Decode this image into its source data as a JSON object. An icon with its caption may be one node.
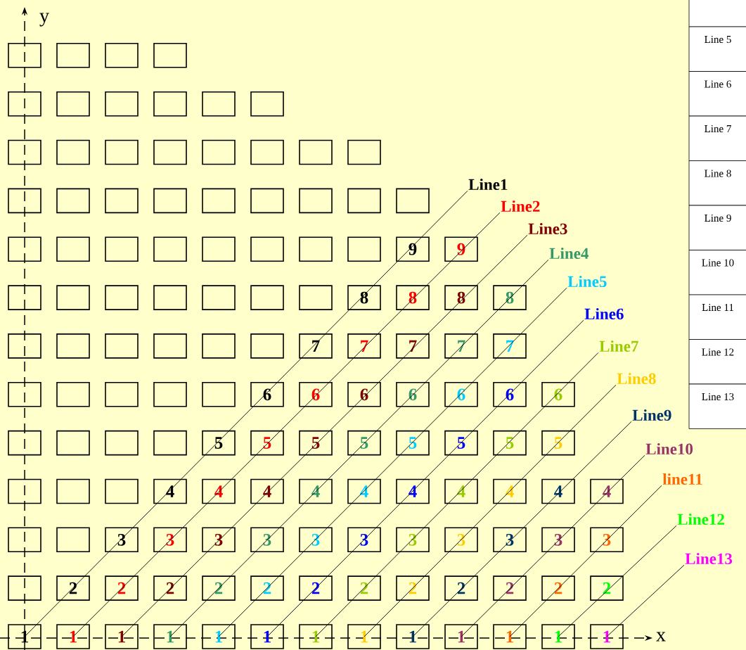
{
  "diagram": {
    "nodes": [
      {
        "text": [],
        "shape": "box"
      },
      {
        "text": [],
        "shape": "box"
      },
      {
        "text": [],
        "shape": "box"
      },
      {
        "text": [],
        "shape": "box"
      },
      {
        "text": [],
        "shape": "box"
      },
      {
        "text": [],
        "shape": "box"
      },
      {
        "text": [],
        "shape": "box"
      },
      {
        "text": [],
        "shape": "box"
      },
      {
        "text": [],
        "shape": "box"
      },
      {
        "text": [],
        "shape": "box"
      },
      {
        "text": [],
        "shape": "box"
      },
      {
        "text": [],
        "shape": "box"
      },
      {
        "text": [],
        "shape": "box"
      },
      {
        "text": [],
        "shape": "box"
      },
      {
        "text": [],
        "shape": "box"
      },
      {
        "text": [],
        "shape": "box"
      },
      {
        "text": [],
        "shape": "box"
      },
      {
        "text": [],
        "shape": "box"
      },
      {
        "text": [],
        "shape": "box"
      },
      {
        "text": [],
        "shape": "box"
      },
      {
        "text": [],
        "shape": "box"
      },
      {
        "text": [],
        "shape": "box"
      },
      {
        "text": [],
        "shape": "box"
      },
      {
        "text": [],
        "shape": "box"
      },
      {
        "text": [],
        "shape": "box"
      },
      {
        "text": [],
        "shape": "box"
      },
      {
        "text": [],
        "shape": "box"
      },
      {
        "text": [],
        "shape": "box"
      },
      {
        "text": [],
        "shape": "box"
      },
      {
        "text": [],
        "shape": "box"
      },
      {
        "text": [],
        "shape": "box"
      },
      {
        "text": [],
        "shape": "box"
      },
      {
        "text": [],
        "shape": "box"
      },
      {
        "text": [],
        "shape": "box"
      },
      {
        "text": [],
        "shape": "box"
      },
      {
        "text": [
          "9"
        ]
      },
      {
        "text": [
          "9"
        ]
      },
      {
        "text": [],
        "shape": "box"
      },
      {
        "text": [],
        "shape": "box"
      },
      {
        "text": [],
        "shape": "box"
      },
      {
        "text": [],
        "shape": "box"
      },
      {
        "text": [],
        "shape": "box"
      },
      {
        "text": [],
        "shape": "box"
      },
      {
        "text": [],
        "shape": "box"
      },
      {
        "text": [
          "8"
        ]
      },
      {
        "text": [
          "8"
        ]
      },
      {
        "text": [
          "8"
        ]
      },
      {
        "text": [
          "8"
        ]
      },
      {
        "text": [],
        "shape": "box"
      },
      {
        "text": [],
        "shape": "box"
      },
      {
        "text": [],
        "shape": "box"
      },
      {
        "text": [],
        "shape": "box"
      },
      {
        "text": [],
        "shape": "box"
      },
      {
        "text": [],
        "shape": "box"
      },
      {
        "text": [
          "7"
        ]
      },
      {
        "text": [
          "7"
        ]
      },
      {
        "text": [
          "7"
        ]
      },
      {
        "text": [
          "7"
        ]
      },
      {
        "text": [
          "7"
        ]
      },
      {
        "text": [],
        "shape": "box"
      },
      {
        "text": [],
        "shape": "box"
      },
      {
        "text": [],
        "shape": "box"
      },
      {
        "text": [],
        "shape": "box"
      },
      {
        "text": [],
        "shape": "box"
      },
      {
        "text": [
          "6"
        ]
      },
      {
        "text": [
          "6"
        ]
      },
      {
        "text": [
          "6"
        ]
      },
      {
        "text": [
          "6"
        ]
      },
      {
        "text": [
          "6"
        ]
      },
      {
        "text": [
          "6"
        ]
      },
      {
        "text": [
          "6"
        ]
      },
      {
        "text": [],
        "shape": "box"
      },
      {
        "text": [],
        "shape": "box"
      },
      {
        "text": [],
        "shape": "box"
      },
      {
        "text": [],
        "shape": "box"
      },
      {
        "text": [
          "5"
        ]
      },
      {
        "text": [
          "5"
        ]
      },
      {
        "text": [
          "5"
        ]
      },
      {
        "text": [
          "5"
        ]
      },
      {
        "text": [
          "5"
        ]
      },
      {
        "text": [
          "5"
        ]
      },
      {
        "text": [
          "5"
        ]
      },
      {
        "text": [
          "5"
        ]
      },
      {
        "text": [],
        "shape": "box"
      },
      {
        "text": [],
        "shape": "box"
      },
      {
        "text": [],
        "shape": "box"
      },
      {
        "text": [
          "4"
        ]
      },
      {
        "text": [
          "4"
        ]
      },
      {
        "text": [
          "4"
        ]
      },
      {
        "text": [
          "4"
        ]
      },
      {
        "text": [
          "4"
        ]
      },
      {
        "text": [
          "4"
        ]
      },
      {
        "text": [
          "4"
        ]
      },
      {
        "text": [
          "4"
        ]
      },
      {
        "text": [
          "4"
        ]
      },
      {
        "text": [
          "4"
        ]
      },
      {
        "text": [],
        "shape": "box"
      },
      {
        "text": [],
        "shape": "box"
      },
      {
        "text": [
          "3"
        ]
      },
      {
        "text": [
          "3"
        ]
      },
      {
        "text": [
          "3"
        ]
      },
      {
        "text": [
          "3"
        ]
      },
      {
        "text": [
          "3"
        ]
      },
      {
        "text": [
          "3"
        ]
      },
      {
        "text": [
          "3"
        ]
      },
      {
        "text": [
          "3"
        ]
      },
      {
        "text": [
          "3"
        ]
      },
      {
        "text": [
          "3"
        ]
      },
      {
        "text": [
          "3"
        ]
      },
      {
        "text": [],
        "shape": "box"
      },
      {
        "text": [
          "2"
        ]
      },
      {
        "text": [
          "2"
        ]
      },
      {
        "text": [
          "2"
        ]
      },
      {
        "text": [
          "2"
        ]
      },
      {
        "text": [
          "2"
        ]
      },
      {
        "text": [
          "2"
        ]
      },
      {
        "text": [
          "2"
        ]
      },
      {
        "text": [
          "2"
        ]
      },
      {
        "text": [
          "2"
        ]
      },
      {
        "text": [
          "2"
        ]
      },
      {
        "text": [
          "2"
        ]
      },
      {
        "text": [
          "2"
        ]
      },
      {
        "text": [
          "1"
        ]
      },
      {
        "text": [
          "1"
        ]
      },
      {
        "text": [
          "1"
        ]
      },
      {
        "text": [
          "1"
        ]
      },
      {
        "text": [
          "1"
        ]
      },
      {
        "text": [
          "1"
        ]
      },
      {
        "text": [
          "1"
        ]
      },
      {
        "text": [
          "1"
        ]
      },
      {
        "text": [
          "1"
        ]
      },
      {
        "text": [
          "1"
        ]
      },
      {
        "text": [
          "1"
        ]
      },
      {
        "text": [
          "1"
        ]
      },
      {
        "text": [
          "1"
        ]
      },
      {
        "text": [
          "Line1"
        ]
      },
      {
        "text": [
          "Line2"
        ]
      },
      {
        "text": [
          "Line3"
        ]
      },
      {
        "text": [
          "Line4"
        ]
      },
      {
        "text": [
          "Line5"
        ]
      },
      {
        "text": [
          "Line6"
        ]
      },
      {
        "text": [
          "Line7"
        ]
      },
      {
        "text": [
          "Line8"
        ]
      },
      {
        "text": [
          "Line9"
        ]
      },
      {
        "text": [
          "Line10"
        ]
      },
      {
        "text": [
          "line11"
        ]
      },
      {
        "text": [
          "Line12"
        ]
      },
      {
        "text": [
          "Line13"
        ]
      }
    ],
    "edges": [
      {
        "from": 135,
        "to": 122,
        "arrow": "none"
      },
      {
        "from": 136,
        "to": 123,
        "arrow": "none"
      },
      {
        "from": 137,
        "to": 124,
        "arrow": "none"
      },
      {
        "from": 138,
        "to": 125,
        "arrow": "none"
      },
      {
        "from": 139,
        "to": 126,
        "arrow": "none"
      },
      {
        "from": 140,
        "to": 127,
        "arrow": "none"
      },
      {
        "from": 141,
        "to": 128,
        "arrow": "none"
      },
      {
        "from": 142,
        "to": 129,
        "arrow": "none"
      },
      {
        "from": 143,
        "to": 130,
        "arrow": "none"
      },
      {
        "from": 144,
        "to": 131,
        "arrow": "none"
      },
      {
        "from": 145,
        "to": 132,
        "arrow": "none"
      },
      {
        "from": 146,
        "to": 133,
        "arrow": "none"
      },
      {
        "from": 147,
        "to": 134,
        "arrow": "none"
      }
    ],
    "labels": [
      "y",
      "Line 5",
      "Line 6",
      "Line 7",
      "Line 8",
      "Line 9",
      "Line 10",
      "Line 11",
      "Line 12",
      "Line 13",
      "x"
    ]
  }
}
